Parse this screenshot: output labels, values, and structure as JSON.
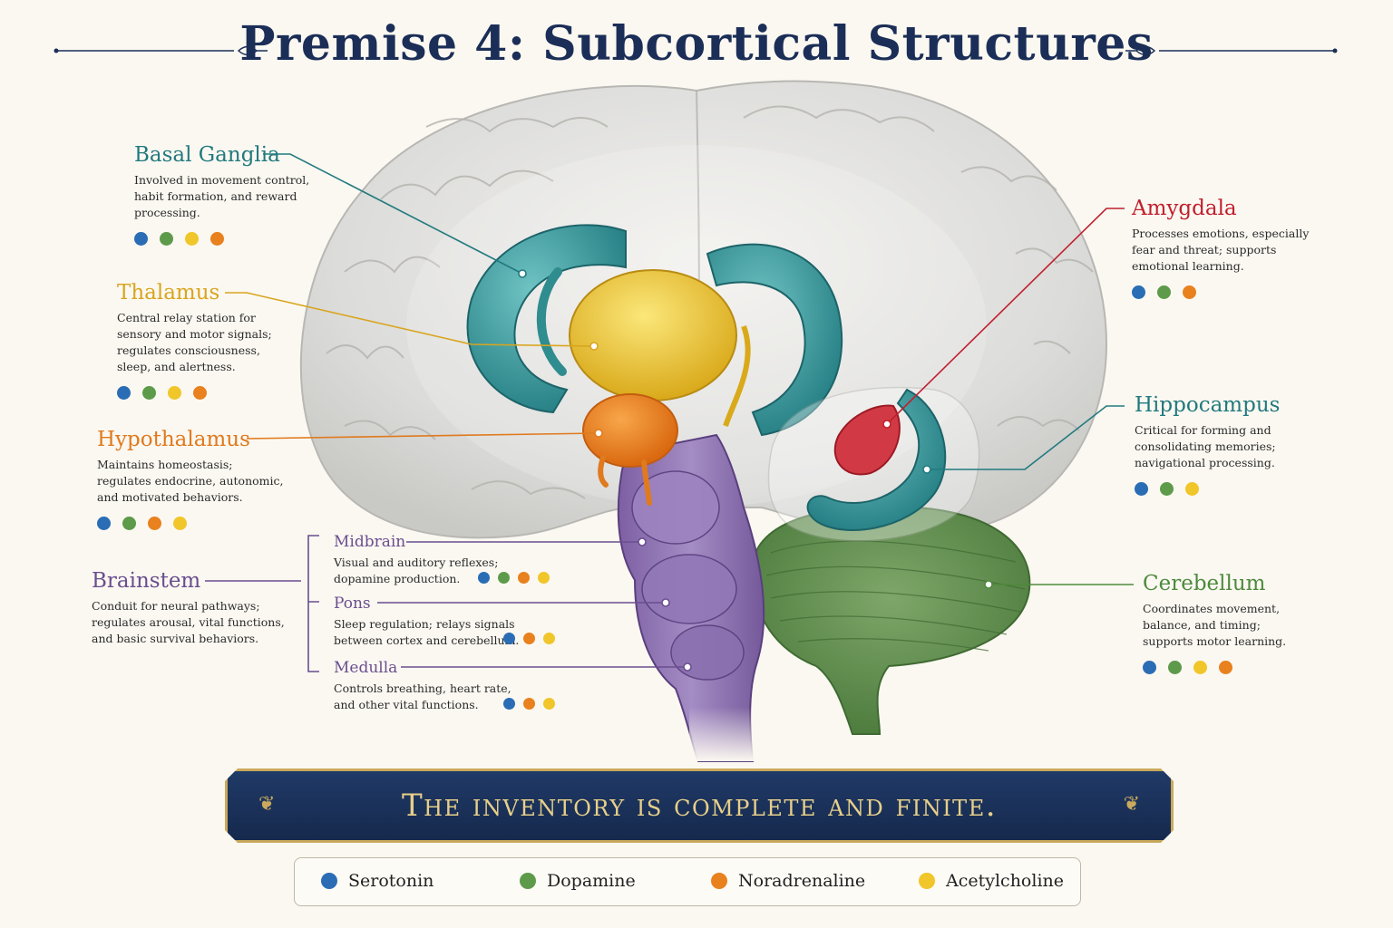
{
  "title": "Premise 4: Subcortical Structures",
  "colors": {
    "serotonin": "#2a6db5",
    "dopamine": "#5d9b4a",
    "noradrenaline": "#e8811e",
    "acetylcholine": "#f0c62a",
    "teal": "#217a7e",
    "gold": "#d9a520",
    "orange": "#e07a1e",
    "purple": "#6a4e8f",
    "red": "#c0202e",
    "green": "#4d8a3c",
    "navy": "#1b2e57"
  },
  "structures": {
    "basal_ganglia": {
      "name": "Basal Ganglia",
      "desc": [
        "Involved in movement control,",
        "habit formation, and reward",
        "processing."
      ],
      "neurotransmitters": [
        "serotonin",
        "dopamine",
        "acetylcholine",
        "noradrenaline"
      ]
    },
    "thalamus": {
      "name": "Thalamus",
      "desc": [
        "Central relay station for",
        "sensory and motor signals;",
        "regulates consciousness,",
        "sleep, and alertness."
      ],
      "neurotransmitters": [
        "serotonin",
        "dopamine",
        "acetylcholine",
        "noradrenaline"
      ]
    },
    "hypothalamus": {
      "name": "Hypothalamus",
      "desc": [
        "Maintains homeostasis;",
        "regulates endocrine, autonomic,",
        "and motivated behaviors."
      ],
      "neurotransmitters": [
        "serotonin",
        "dopamine",
        "noradrenaline",
        "acetylcholine"
      ]
    },
    "brainstem": {
      "name": "Brainstem",
      "desc": [
        "Conduit for neural pathways;",
        "regulates arousal, vital functions,",
        "and basic survival behaviors."
      ]
    },
    "midbrain": {
      "name": "Midbrain",
      "desc": [
        "Visual and auditory reflexes;",
        "dopamine production."
      ],
      "neurotransmitters": [
        "serotonin",
        "dopamine",
        "noradrenaline",
        "acetylcholine"
      ]
    },
    "pons": {
      "name": "Pons",
      "desc": [
        "Sleep regulation; relays signals",
        "between cortex and cerebellum."
      ],
      "neurotransmitters": [
        "serotonin",
        "noradrenaline",
        "acetylcholine"
      ]
    },
    "medulla": {
      "name": "Medulla",
      "desc": [
        "Controls breathing, heart rate,",
        "and other vital functions."
      ],
      "neurotransmitters": [
        "serotonin",
        "noradrenaline",
        "acetylcholine"
      ]
    },
    "amygdala": {
      "name": "Amygdala",
      "desc": [
        "Processes emotions, especially",
        "fear and threat; supports",
        "emotional learning."
      ],
      "neurotransmitters": [
        "serotonin",
        "dopamine",
        "noradrenaline"
      ]
    },
    "hippocampus": {
      "name": "Hippocampus",
      "desc": [
        "Critical for forming and",
        "consolidating memories;",
        "navigational processing."
      ],
      "neurotransmitters": [
        "serotonin",
        "dopamine",
        "acetylcholine"
      ]
    },
    "cerebellum": {
      "name": "Cerebellum",
      "desc": [
        "Coordinates movement,",
        "balance, and timing;",
        "supports motor learning."
      ],
      "neurotransmitters": [
        "serotonin",
        "dopamine",
        "acetylcholine",
        "noradrenaline"
      ]
    }
  },
  "banner": "The inventory is complete and finite.",
  "legend": [
    {
      "key": "serotonin",
      "label": "Serotonin"
    },
    {
      "key": "dopamine",
      "label": "Dopamine"
    },
    {
      "key": "noradrenaline",
      "label": "Noradrenaline"
    },
    {
      "key": "acetylcholine",
      "label": "Acetylcholine"
    }
  ]
}
